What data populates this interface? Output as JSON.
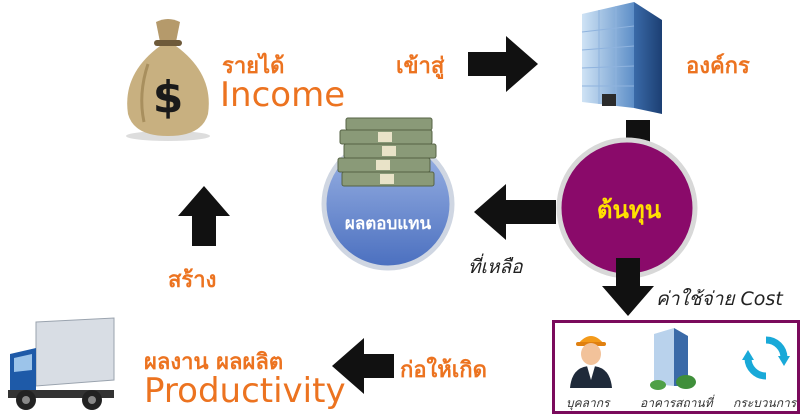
{
  "income": {
    "thai": "รายได้",
    "english": "Income"
  },
  "to_org": "เข้าสู่",
  "organization": "องค์กร",
  "cost_center": "ต้นทุน",
  "remaining": "ที่เหลือ",
  "reward": "ผลตอบแทน",
  "expenses": "ค่าใช้จ่าย Cost",
  "create": "สร้าง",
  "cause": "ก่อให้เกิด",
  "productivity": {
    "thai": "ผลงาน ผลผลิต",
    "english": "Productivity"
  },
  "cost_items": [
    "บุคลากร",
    "อาคารสถานที่",
    "กระบวนการ"
  ],
  "money_symbol": "$",
  "colors": {
    "orange": "#ec7320",
    "purple": "#8a0a6a",
    "blue": "#5b80c9",
    "yellow": "#ffe000",
    "arrow": "#111111"
  },
  "icons": [
    "money-bag-icon",
    "building-icon",
    "cash-stack-icon",
    "truck-icon",
    "worker-icon",
    "office-icon",
    "process-cycle-icon"
  ]
}
